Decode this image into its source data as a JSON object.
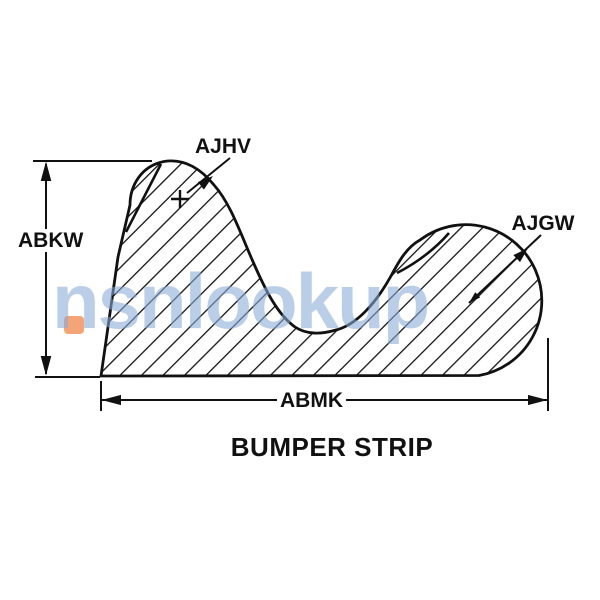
{
  "title": "BUMPER STRIP",
  "labels": {
    "height": "ABKW",
    "width": "ABMK",
    "radius_top": "AJHV",
    "radius_right": "AJGW"
  },
  "watermark": {
    "text": "nsnlookup",
    "text_color": "#89aad5",
    "dot_color": "#ec6e23"
  },
  "colors": {
    "line": "#111111",
    "background": "#ffffff"
  }
}
